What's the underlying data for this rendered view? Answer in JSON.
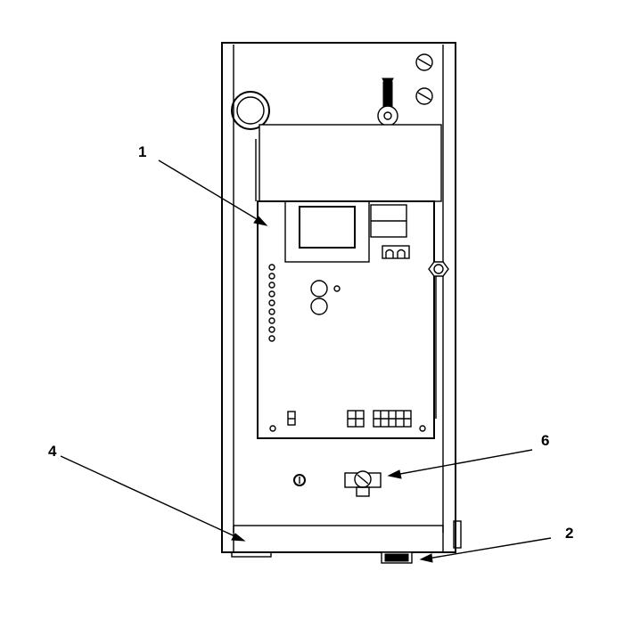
{
  "callouts": [
    {
      "id": "callout-1",
      "label": "1",
      "target": "control-board"
    },
    {
      "id": "callout-2",
      "label": "2",
      "target": "power-switch"
    },
    {
      "id": "callout-4",
      "label": "4",
      "target": "base-panel"
    },
    {
      "id": "callout-6",
      "label": "6",
      "target": "valve-fitting"
    }
  ]
}
